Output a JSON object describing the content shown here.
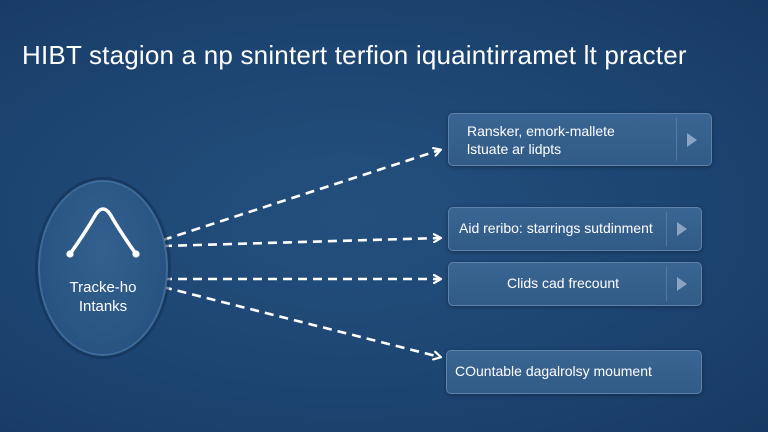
{
  "title": "HIBT stagion a np snintert terfion iquaintirramet lt practer",
  "source": {
    "label_line1": "Tracke-ho",
    "label_line2": "Intanks",
    "icon": "peak-chart-icon"
  },
  "targets": [
    {
      "line1": "Ransker, emork-mallete",
      "line2": "lstuate ar lidpts",
      "icon": "play-arrow-icon"
    },
    {
      "line1": "Aid reribo: starrings sutdinment",
      "icon": "play-arrow-icon"
    },
    {
      "line1": "Clids cad frecount",
      "icon": "play-arrow-icon"
    },
    {
      "line1": "COuntable dagalrolsy moument",
      "icon": "play-arrow-icon"
    }
  ],
  "colors": {
    "background": "#1d4572",
    "box_fill": "#345d89",
    "box_border": "#5d83ab",
    "arrow": "#ffffff"
  }
}
